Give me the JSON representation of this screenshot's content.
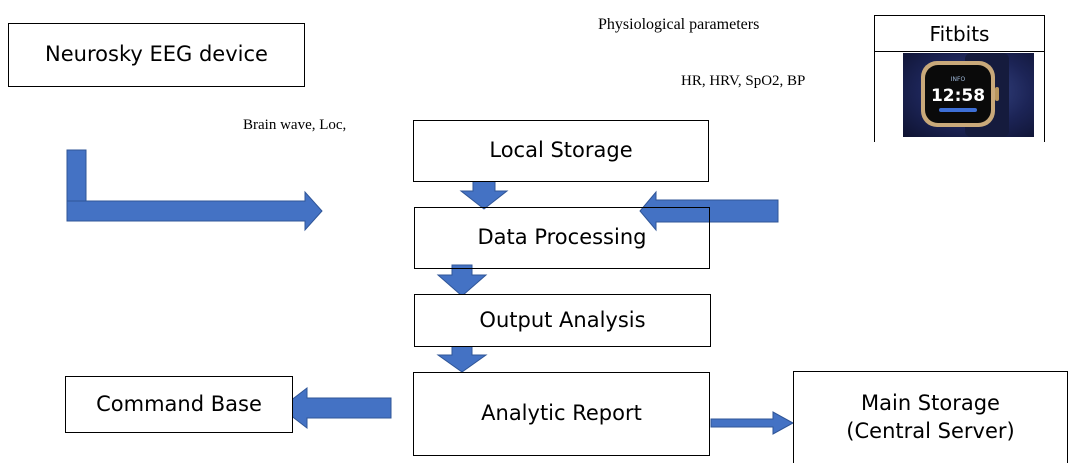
{
  "nodes": {
    "neurosky": "Neurosky EEG device",
    "fitbits": "Fitbits",
    "local_storage": "Local Storage",
    "data_processing": "Data Processing",
    "output_analysis": "Output Analysis",
    "analytic_report": "Analytic Report",
    "command_base": "Command Base",
    "main_storage_line1": "Main Storage",
    "main_storage_line2": "(Central Server)"
  },
  "labels": {
    "physiological": "Physiological parameters",
    "physio_values": "HR, HRV, SpO2, BP",
    "brain_wave": "Brain wave, Loc,"
  },
  "watch_screen": {
    "small_text": "INFO",
    "time": "12:58"
  },
  "colors": {
    "arrow_fill": "#4472c4",
    "arrow_stroke": "#2f5597",
    "box_border": "#000000"
  }
}
